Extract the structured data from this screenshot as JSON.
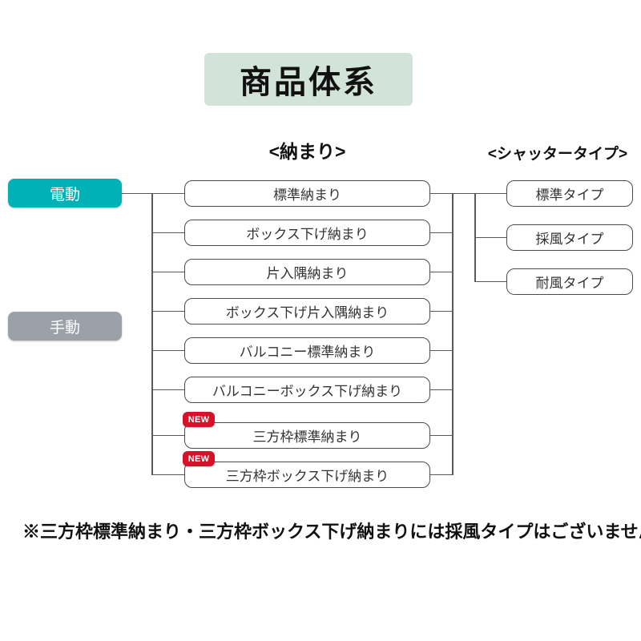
{
  "title": "商品体系",
  "columns": {
    "osamari_header": "<納まり>",
    "shutter_header": "<シャッタータイプ>"
  },
  "drive_nodes": [
    {
      "label": "電動",
      "color": "#00b2b5"
    },
    {
      "label": "手動",
      "color": "#9aa1a8"
    }
  ],
  "osamari_nodes": [
    {
      "label": "標準納まり",
      "new": false
    },
    {
      "label": "ボックス下げ納まり",
      "new": false
    },
    {
      "label": "片入隅納まり",
      "new": false
    },
    {
      "label": "ボックス下げ片入隅納まり",
      "new": false
    },
    {
      "label": "バルコニー標準納まり",
      "new": false
    },
    {
      "label": "バルコニーボックス下げ納まり",
      "new": false
    },
    {
      "label": "三方枠標準納まり",
      "new": true
    },
    {
      "label": "三方枠ボックス下げ納まり",
      "new": true
    }
  ],
  "new_badge_label": "NEW",
  "shutter_nodes": [
    {
      "label": "標準タイプ"
    },
    {
      "label": "採風タイプ"
    },
    {
      "label": "耐風タイプ"
    }
  ],
  "footnote": "※三方枠標準納まり・三方枠ボックス下げ納まりには採風タイプはございません。",
  "colors": {
    "header_bg": "#d2e4d9",
    "electric": "#00b2b5",
    "manual": "#9aa1a8",
    "badge": "#d8112b",
    "line": "#595959",
    "node_border": "#4a4a4a"
  }
}
